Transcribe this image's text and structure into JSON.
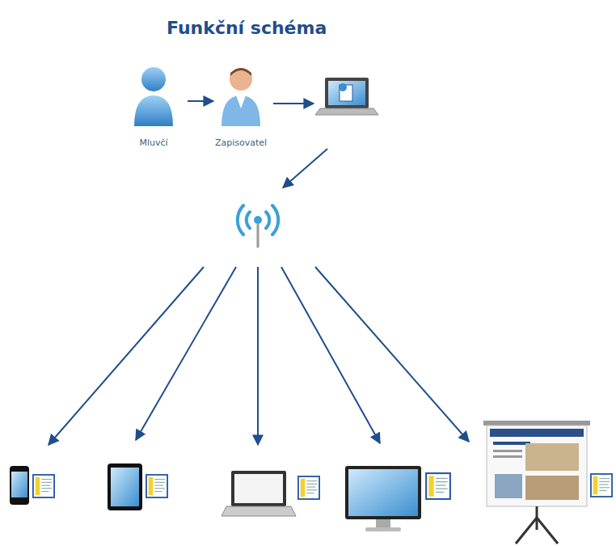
{
  "diagram": {
    "title": "Funkční schéma",
    "nodes": [
      {
        "text": [
          "Mluvčí"
        ]
      },
      {
        "text": [
          "Zapisovatel"
        ]
      }
    ],
    "edges": [
      {
        "from": 0,
        "to": 1,
        "arrow": "to"
      }
    ]
  }
}
